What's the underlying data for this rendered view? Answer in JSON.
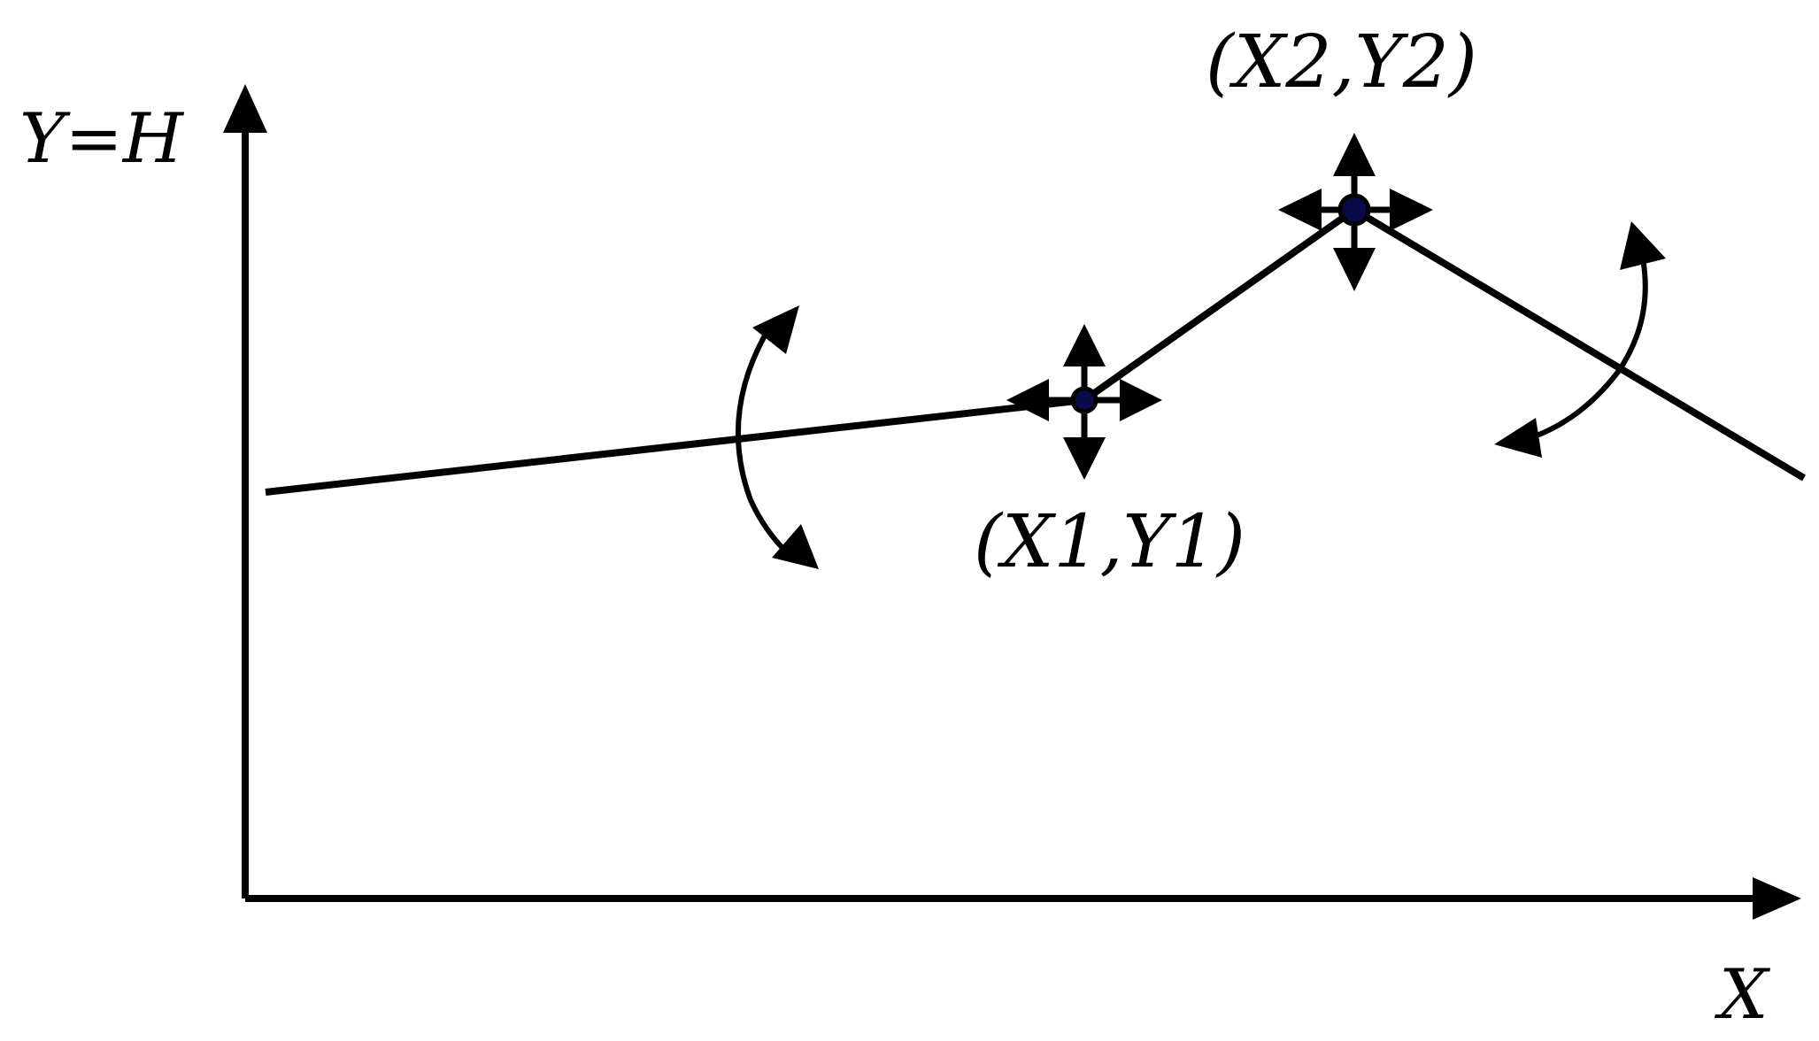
{
  "diagram": {
    "y_axis_label": "Y=H",
    "x_axis_label": "X",
    "point1_label": "(X1,Y1)",
    "point2_label": "(X2,Y2)",
    "colors": {
      "stroke": "#000000",
      "point_fill": "#0a0a4a",
      "background": "#ffffff"
    },
    "icons": {
      "point1_handle": "move-arrows-icon",
      "point2_handle": "move-arrows-icon",
      "left_segment_rotate": "curved-double-arrow-icon",
      "right_segment_rotate": "curved-double-arrow-icon"
    }
  }
}
